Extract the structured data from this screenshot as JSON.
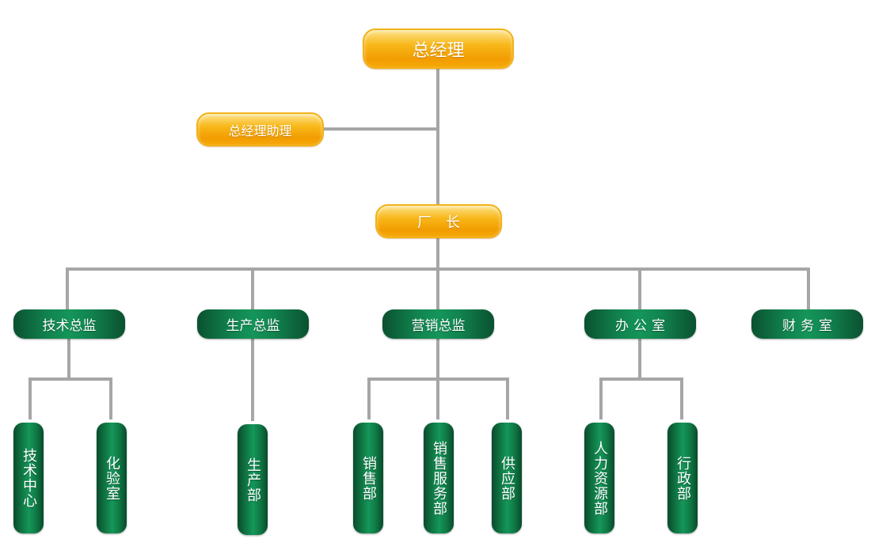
{
  "org_chart": {
    "general_manager": "总经理",
    "gm_assistant": "总经理助理",
    "factory_director": "厂长",
    "directors": {
      "tech": "技术总监",
      "production": "生产总监",
      "marketing": "营销总监",
      "office": "办公室",
      "finance": "财务室"
    },
    "departments": {
      "tech_center": "技术中心",
      "lab": "化验室",
      "production": "生产部",
      "sales": "销售部",
      "sales_service": "销售服务部",
      "supply": "供应部",
      "hr": "人力资源部",
      "admin": "行政部"
    }
  },
  "colors": {
    "orange_node": "#f29c00",
    "green_node": "#11824e",
    "connector": "#a6a6a6"
  }
}
